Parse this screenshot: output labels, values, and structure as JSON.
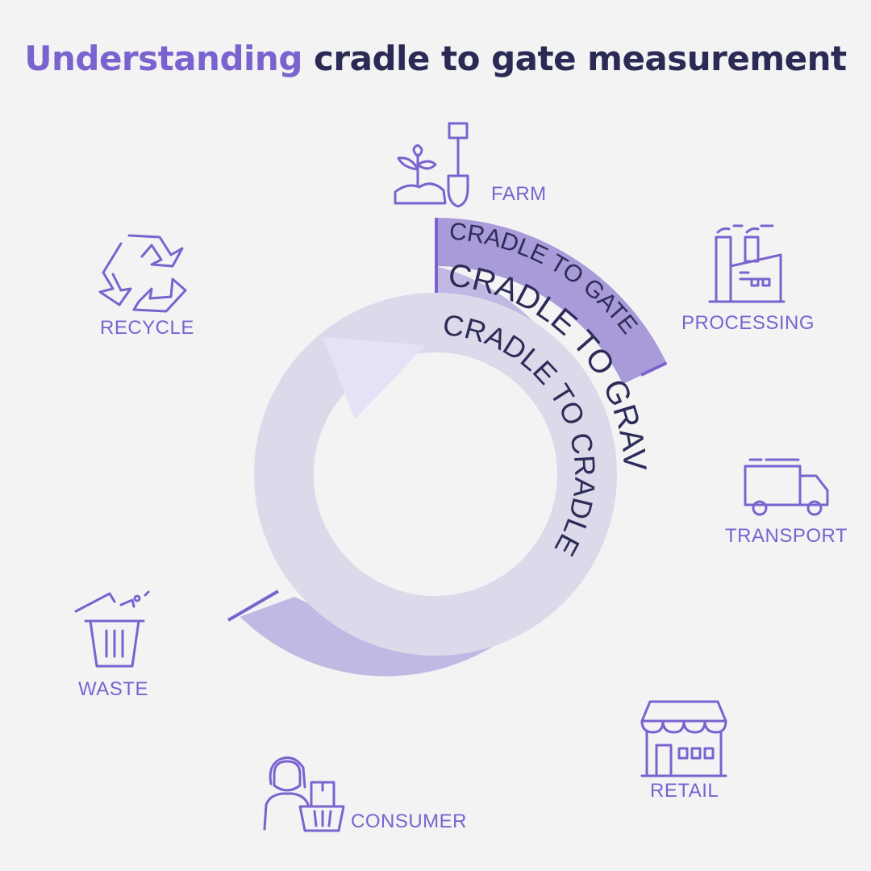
{
  "title": {
    "accent": "Understanding",
    "rest": "cradle to gate measurement"
  },
  "rings": {
    "gate": "CRADLE TO GATE",
    "grave": "CRADLE TO GRAVE",
    "cradle": "CRADLE TO CRADLE"
  },
  "stages": {
    "farm": "FARM",
    "processing": "PROCESSING",
    "transport": "TRANSPORT",
    "retail": "RETAIL",
    "consumer": "CONSUMER",
    "waste": "WASTE",
    "recycle": "RECYCLE"
  },
  "colors": {
    "accent": "#7a63cf",
    "title_dark": "#2b2a55",
    "ring_gate": "#a99ad9",
    "ring_grave": "#c1b8e3",
    "ring_cradle": "#dcd9ea",
    "arrow_head": "#e6e1f7",
    "background": "#f3f3f4"
  }
}
